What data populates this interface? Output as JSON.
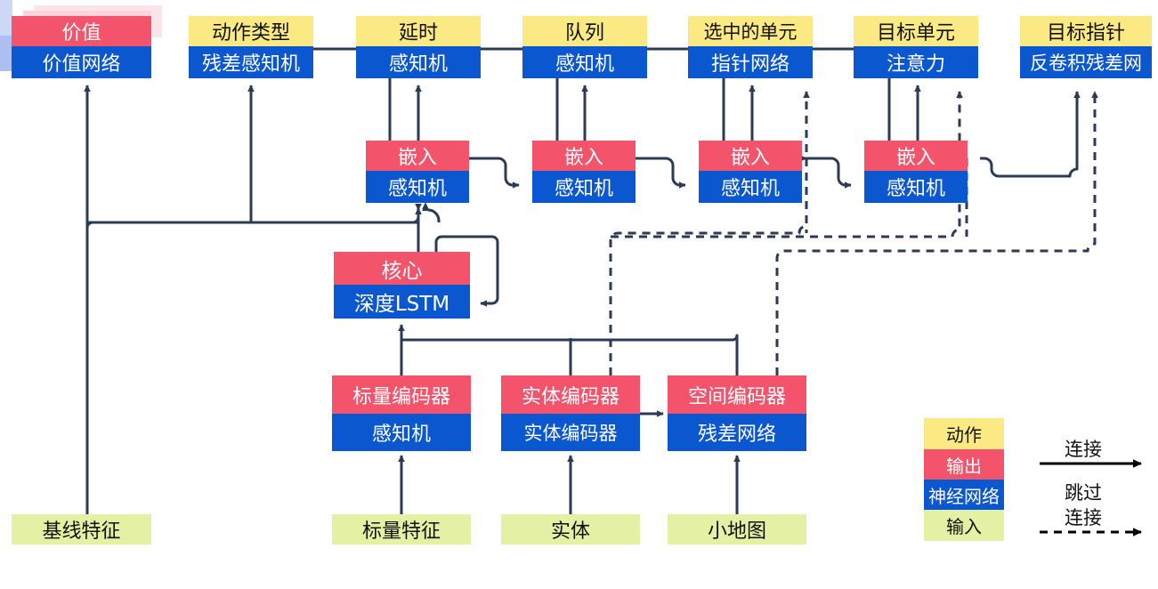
{
  "diagram": {
    "title": "Neural network architecture diagram",
    "colors": {
      "action": "#fbe983",
      "output": "#f4546b",
      "network": "#0b57d0",
      "input": "#e4f0a3",
      "wire": "#2b3a55"
    }
  },
  "outputs": [
    {
      "id": "value",
      "action": "价值",
      "net": "价值网络"
    },
    {
      "id": "action-type",
      "action": "动作类型",
      "net": "残差感知机"
    },
    {
      "id": "delay",
      "action": "延时",
      "net": "感知机"
    },
    {
      "id": "queue",
      "action": "队列",
      "net": "感知机"
    },
    {
      "id": "selected-units",
      "action": "选中的单元",
      "net": "指针网络"
    },
    {
      "id": "target-unit",
      "action": "目标单元",
      "net": "注意力"
    },
    {
      "id": "target-point",
      "action": "目标指针",
      "net": "反卷积残差网"
    }
  ],
  "embeddings": [
    {
      "id": "embed-1",
      "output": "嵌入",
      "net": "感知机"
    },
    {
      "id": "embed-2",
      "output": "嵌入",
      "net": "感知机"
    },
    {
      "id": "embed-3",
      "output": "嵌入",
      "net": "感知机"
    },
    {
      "id": "embed-4",
      "output": "嵌入",
      "net": "感知机"
    }
  ],
  "core": {
    "output": "核心",
    "net": "深度LSTM"
  },
  "encoders": [
    {
      "id": "scalar-encoder",
      "output": "标量编码器",
      "net": "感知机"
    },
    {
      "id": "entity-encoder",
      "output": "实体编码器",
      "net": "实体编码器"
    },
    {
      "id": "spatial-encoder",
      "output": "空间编码器",
      "net": "残差网络"
    }
  ],
  "inputs": [
    {
      "id": "baseline-features",
      "label": "基线特征"
    },
    {
      "id": "scalar-features",
      "label": "标量特征"
    },
    {
      "id": "entities",
      "label": "实体"
    },
    {
      "id": "minimap",
      "label": "小地图"
    }
  ],
  "legend": {
    "swatches": [
      {
        "id": "legend-action",
        "label": "动作",
        "color": "#fbe983"
      },
      {
        "id": "legend-output",
        "label": "输出",
        "color": "#f4546b"
      },
      {
        "id": "legend-network",
        "label": "神经网络",
        "color": "#0b57d0"
      },
      {
        "id": "legend-input",
        "label": "输入",
        "color": "#e4f0a3"
      }
    ],
    "connection_label": "连接",
    "skip_label_line1": "跳过",
    "skip_label_line2": "连接"
  }
}
